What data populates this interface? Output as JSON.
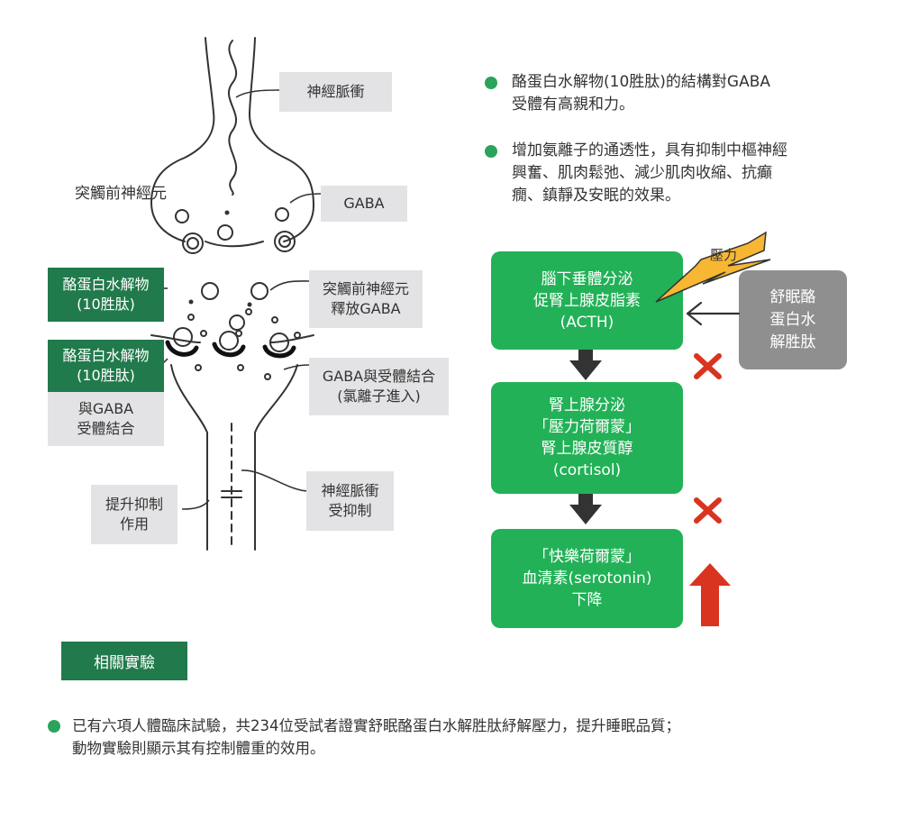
{
  "synapse": {
    "presynaptic_label": "突觸前神經元",
    "nerve_impulse_label": "神經脈衝",
    "gaba_label": "GABA",
    "release_label": "突觸前神經元\n釋放GABA",
    "casein_label_1": "酪蛋白水解物\n(10胜肽)",
    "casein_label_2": "酪蛋白水解物\n(10胜肽)",
    "bind_label": "與GABA\n受體結合",
    "gaba_bind_label": "GABA與受體結合\n(氯離子進入)",
    "enhance_label": "提升抑制\n作用",
    "inhibited_label": "神經脈衝\n受抑制"
  },
  "bullets": [
    "酪蛋白水解物(10胜肽)的結構對GABA\n受體有高親和力。",
    "增加氨離子的通透性，具有抑制中樞神經\n興奮、肌肉鬆弛、減少肌肉收縮、抗癲\n癇、鎮靜及安眠的效果。"
  ],
  "flow": {
    "stress_label": "壓力",
    "step1": "腦下垂體分泌\n促腎上腺皮脂素\n(ACTH)",
    "step2": "腎上腺分泌\n「壓力荷爾蒙」\n腎上腺皮質醇\n(cortisol)",
    "step3": "「快樂荷爾蒙」\n血清素(serotonin)\n下降",
    "side_box": "舒眠酪\n蛋白水\n解胜肽"
  },
  "experiment": {
    "title": "相關實驗",
    "text": "已有六項人體臨床試驗，共234位受試者證實舒眠酪蛋白水解胜肽紓解壓力，提升睡眠品質；\n動物實驗則顯示其有控制體重的效用。"
  },
  "colors": {
    "dark_green": "#217a4b",
    "bright_green": "#22b157",
    "bullet_green": "#2aa45a",
    "gray_box": "#e3e3e5",
    "side_gray": "#8f8f8f",
    "red_mark": "#d9341f",
    "stress_yellow": "#f7b733"
  }
}
